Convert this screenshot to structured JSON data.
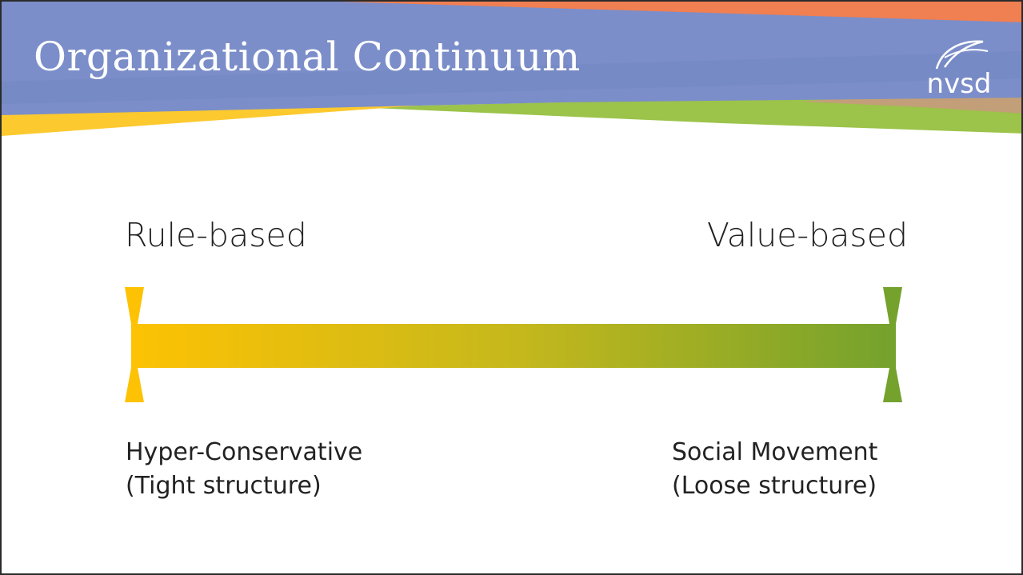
{
  "slide": {
    "title": "Organizational Continuum",
    "logo_text": "nvsd"
  },
  "continuum": {
    "left_label": "Rule-based",
    "right_label": "Value-based",
    "left_description_line1": "Hyper-Conservative",
    "left_description_line2": "(Tight structure)",
    "right_description_line1": "Social Movement",
    "right_description_line2": "(Loose structure)"
  },
  "colors": {
    "banner_blue": "#7b8ec9",
    "banner_orange": "#f07f52",
    "banner_yellow": "#fcc92f",
    "banner_green": "#9cc34a",
    "arrow_start": "#fdc204",
    "arrow_end": "#74a22d"
  }
}
